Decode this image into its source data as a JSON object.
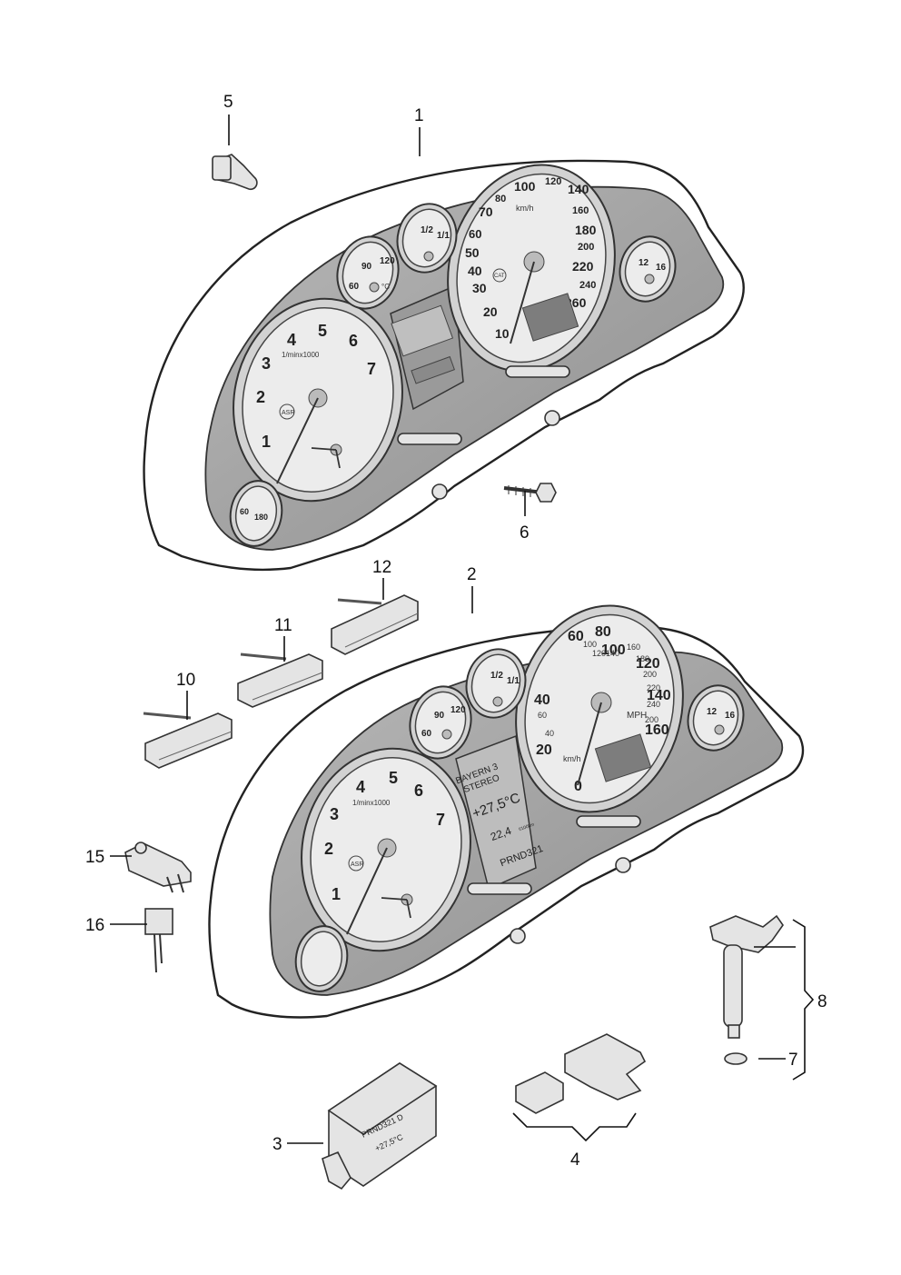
{
  "callouts": {
    "c1": "1",
    "c2": "2",
    "c3": "3",
    "c4": "4",
    "c5": "5",
    "c6": "6",
    "c7": "7",
    "c8": "8",
    "c10": "10",
    "c11": "11",
    "c12": "12",
    "c15": "15",
    "c16": "16"
  },
  "cluster1": {
    "tach": {
      "n1": "1",
      "n2": "2",
      "n3": "3",
      "n4": "4",
      "n5": "5",
      "n6": "6",
      "n7": "7",
      "unit": "1/minx1000",
      "asr": "ASR"
    },
    "speedo": {
      "s10": "10",
      "s20": "20",
      "s30": "30",
      "s40": "40",
      "s50": "50",
      "s60": "60",
      "s70": "70",
      "s80": "80",
      "s100": "100",
      "s120": "120",
      "s140": "140",
      "s160": "160",
      "s180": "180",
      "s200": "200",
      "s220": "220",
      "s240": "240",
      "s260": "260",
      "unit": "km/h",
      "cat": "CAT"
    },
    "temp": {
      "t60": "60",
      "t90": "90",
      "t120": "120",
      "unit": "°C"
    },
    "fuel": {
      "f12": "1/2",
      "f1": "1/1"
    },
    "oil": {
      "o12": "12",
      "o16": "16"
    },
    "left_small": {
      "l60": "60",
      "l180": "180"
    }
  },
  "cluster2": {
    "tach": {
      "n1": "1",
      "n2": "2",
      "n3": "3",
      "n4": "4",
      "n5": "5",
      "n6": "6",
      "n7": "7",
      "unit": "1/minx1000",
      "asr": "ASR"
    },
    "speedo": {
      "s20": "20",
      "s40": "40",
      "s60": "60",
      "s80": "80",
      "s100": "100",
      "s120": "120",
      "s140": "140",
      "s160": "160",
      "k40": "40",
      "k60": "60",
      "k100": "100",
      "k120": "120140",
      "k160": "160",
      "k180": "180",
      "k200": "200",
      "k220": "220",
      "k240": "240",
      "k200b": "200",
      "mph": "MPH",
      "kmh": "km/h",
      "zero": "0"
    },
    "temp": {
      "t60": "60",
      "t90": "90",
      "t120": "120"
    },
    "fuel": {
      "f12": "1/2",
      "f1": "1/1"
    },
    "oil": {
      "o12": "12",
      "o16": "16"
    },
    "lcd": {
      "line1": "BAYERN 3",
      "line2": "STEREO",
      "temp": "+27,5°C",
      "cons": "22,4",
      "cons_unit": "l/100km",
      "gear": "PRND321"
    }
  },
  "module3": {
    "top_text": "PRND321 D",
    "bottom_text": "+27,5°C"
  }
}
